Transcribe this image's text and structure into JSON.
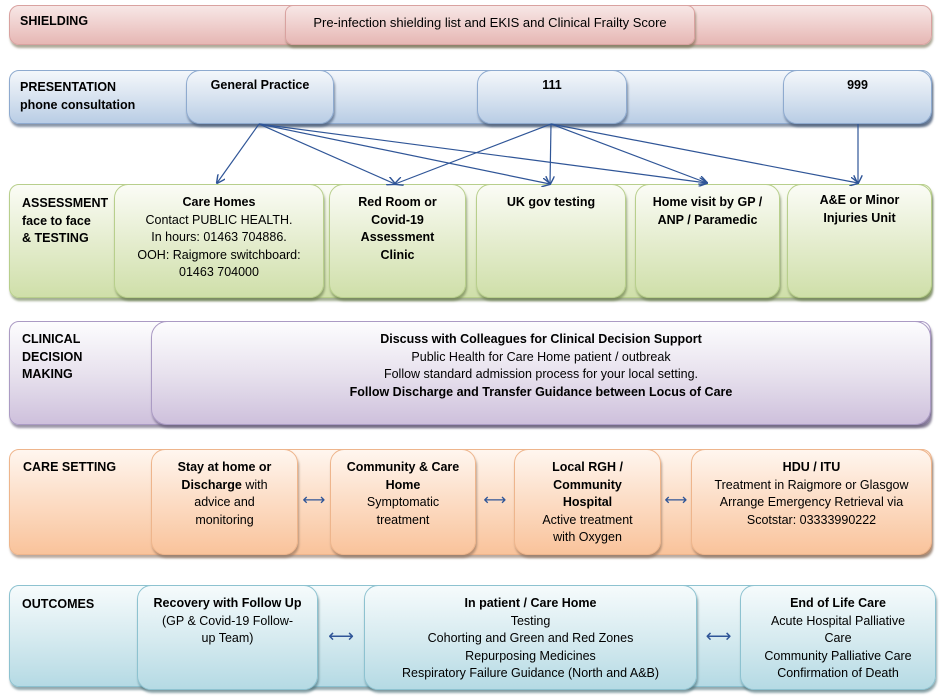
{
  "colors": {
    "shielding": "#e6b7b4",
    "presentation": "#b9cde5",
    "assessment": "#cfdfa9",
    "clinical": "#cec0dc",
    "care_setting": "#f9c39b",
    "outcomes": "#b5dae4",
    "arrow": "#2f5597"
  },
  "shielding": {
    "label": "SHIELDING",
    "box": "Pre-infection shielding list and EKIS and Clinical Frailty Score"
  },
  "presentation": {
    "label_line1": "PRESENTATION",
    "label_line2": "phone consultation",
    "nodes": [
      {
        "id": "gp",
        "title": "General  Practice"
      },
      {
        "id": "111",
        "title": "111"
      },
      {
        "id": "999",
        "title": "999"
      }
    ]
  },
  "assessment": {
    "label_lines": [
      "ASSESSMENT",
      "face to face",
      "& TESTING"
    ],
    "care_homes": {
      "title": "Care Homes",
      "lines": [
        "Contact PUBLIC HEALTH.",
        "In hours: 01463  704886.",
        "OOH: Raigmore switchboard:",
        "01463  704000"
      ]
    },
    "red_room": {
      "title_lines": [
        "Red Room or",
        "Covid-19",
        "Assessment",
        "Clinic"
      ]
    },
    "uk_gov": {
      "title": "UK gov testing"
    },
    "home_visit": {
      "title_lines": [
        "Home visit by GP /",
        "ANP / Paramedic"
      ]
    },
    "ae": {
      "title_lines": [
        "A&E or Minor",
        "Injuries Unit"
      ]
    }
  },
  "connections": [
    {
      "from": "General Practice",
      "to": "Care Homes"
    },
    {
      "from": "General Practice",
      "to": "Red Room or Covid-19 Assessment Clinic"
    },
    {
      "from": "General Practice",
      "to": "UK gov testing"
    },
    {
      "from": "General Practice",
      "to": "Home visit by GP / ANP / Paramedic"
    },
    {
      "from": "111",
      "to": "Red Room or Covid-19 Assessment Clinic"
    },
    {
      "from": "111",
      "to": "UK gov testing"
    },
    {
      "from": "111",
      "to": "Home visit by GP / ANP / Paramedic"
    },
    {
      "from": "111",
      "to": "A&E or Minor Injuries Unit"
    },
    {
      "from": "999",
      "to": "A&E or Minor Injuries Unit"
    }
  ],
  "clinical": {
    "label_lines": [
      "CLINICAL",
      "DECISION",
      "MAKING"
    ],
    "lines": [
      {
        "text": "Discuss with Colleagues for Clinical Decision Support",
        "bold": true
      },
      {
        "text": "Public Health for Care Home patient / outbreak",
        "bold": false
      },
      {
        "text": "Follow standard admission process for your local setting.",
        "bold": false
      },
      {
        "text": "Follow Discharge and Transfer Guidance between Locus of Care",
        "bold": true
      }
    ]
  },
  "care_setting": {
    "label": "CARE SETTING",
    "stay_home": {
      "bold1": "Stay at home or",
      "bold2": "Discharge",
      "rest2": " with",
      "lines": [
        "advice and",
        "monitoring"
      ]
    },
    "community": {
      "title_lines": [
        "Community & Care",
        "Home"
      ],
      "lines": [
        "Symptomatic",
        "treatment"
      ]
    },
    "local_rgh": {
      "title_lines": [
        "Local RGH /",
        "Community",
        "Hospital"
      ],
      "lines": [
        "Active treatment",
        "with Oxygen"
      ]
    },
    "hdu": {
      "title": "HDU / ITU",
      "lines": [
        "Treatment in Raigmore or Glasgow",
        "Arrange Emergency Retrieval via",
        "Scotstar: 03333990222"
      ]
    },
    "arrow_glyph": "⟷"
  },
  "outcomes": {
    "label": "OUTCOMES",
    "recovery": {
      "title": "Recovery with Follow Up",
      "lines": [
        "(GP & Covid-19 Follow-",
        "up Team)"
      ]
    },
    "inpatient": {
      "title": "In patient / Care Home",
      "lines": [
        "Testing",
        "Cohorting and Green and Red Zones",
        "Repurposing Medicines",
        "Respiratory Failure Guidance (North and A&B)"
      ]
    },
    "end_of_life": {
      "title": "End of Life Care",
      "lines": [
        "Acute Hospital Palliative",
        "Care",
        "Community Palliative Care",
        "Confirmation of Death"
      ]
    }
  }
}
